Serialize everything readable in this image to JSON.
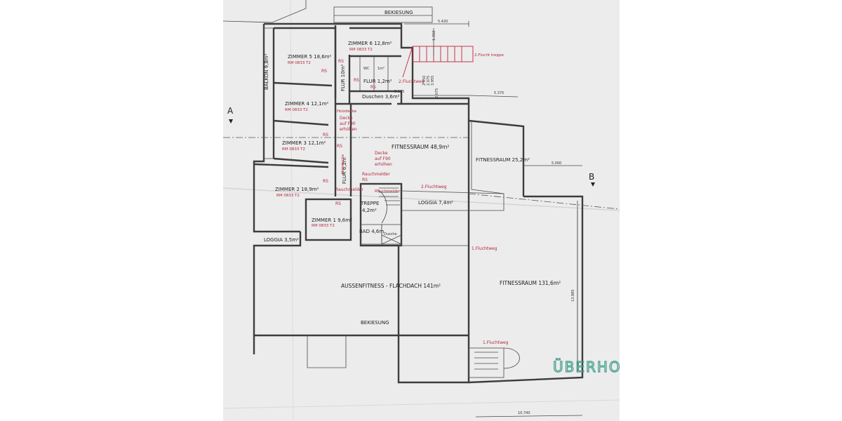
{
  "rooms": {
    "bekiesung_top": "BEKIESUNG",
    "zimmer5": "ZIMMER 5  18,6m²",
    "zimmer5_code": "RM 0833 T2",
    "zimmer6": "ZIMMER 6  12,8m²",
    "zimmer6_code": "RM 0833 T2",
    "zimmer4": "ZIMMER 4  12,1m²",
    "zimmer4_code": "RM 0833 T2",
    "zimmer3": "ZIMMER 3  12,1m²",
    "zimmer3_code": "RM 0833 T2",
    "zimmer2": "ZIMMER 2  18,9m²",
    "zimmer2_code": "RM 0833 T2",
    "zimmer1": "ZIMMER 1  9,6m²",
    "zimmer1_code": "RM 0833 T2",
    "balkon": "BALKON 9,8m²",
    "flur_upper": "FLUR 10m²",
    "flur_lower": "FLUR 6,2m",
    "wc": "WC",
    "wc_area": "1m²",
    "flur_small": "FLUR 1,2m²",
    "duschen": "Duschen 3,6m²",
    "fitness1": "FITNESSRAUM 48,9m²",
    "fitness2": "FITNESSRAUM 25,2m²",
    "fitness3": "FITNESSRAUM 131,6m²",
    "treppe": "TREPPE",
    "treppe_area": "4,2m²",
    "bad": "BAD 4,6m",
    "dusche": "Dusche",
    "loggia_right": "LOGGIA 7,4m²",
    "loggia_left": "LOGGIA 3,5m²",
    "aussenfitness": "AUSSENFITNESS - FLACHDACH 141m²",
    "bekiesung_bottom": "BEKIESUNG"
  },
  "notes": {
    "holzdecke": "Holzdecke",
    "decke1": "Decke",
    "decke2": "auf F90",
    "decke3": "erhöhen",
    "holzdecke2": "Holzdecke",
    "decke4": "Decke",
    "decke5": "auf F90",
    "decke6": "erhöhen",
    "rauchmelder1": "Rauchmelder",
    "rauchmelder2": "Rauchmelder",
    "rauchmelder3": "Rauchmelder",
    "rs": "RS",
    "fluchtweg_2a": "2.Fluchtweg",
    "fluchtweg_2b": "2.Fluchtweg",
    "fluchtweg_1": "1.Fluchtweg",
    "fluchtweg_1b": "1.Fluchtweg",
    "stair_note": "2.Flucht treppe"
  },
  "dimensions": {
    "d1": "5.420",
    "d2": "1.310",
    "d3": "5.125",
    "d4": "5.375",
    "d5": "5.000",
    "d6": "13.885",
    "d7": "10.740",
    "d8": "2.950",
    "d9": "2.075",
    "d10": "3.955",
    "d11": "2.075"
  },
  "section_labels": {
    "a": "A",
    "b": "B"
  },
  "stamp": "ÜBERHO"
}
